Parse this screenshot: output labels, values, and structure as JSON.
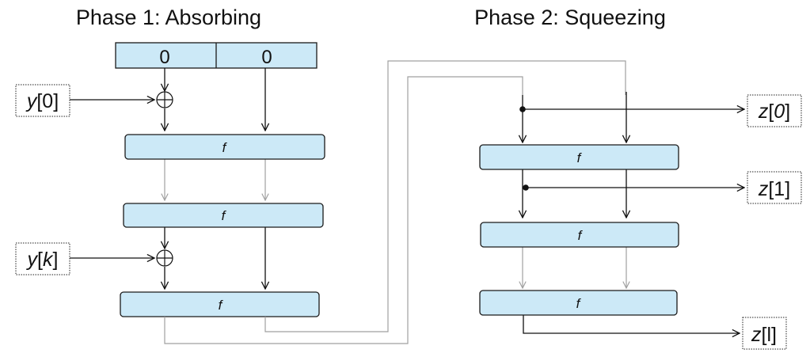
{
  "phase1": {
    "title": "Phase 1: Absorbing",
    "initial_state": [
      "0",
      "0"
    ],
    "inputs": [
      {
        "name": "y",
        "index": "0",
        "index_italic": false
      },
      {
        "name": "y",
        "index": "k",
        "index_italic": true
      }
    ],
    "f_labels": [
      "f",
      "f",
      "f"
    ]
  },
  "phase2": {
    "title": "Phase 2: Squeezing",
    "outputs": [
      {
        "name": "z",
        "index": "0",
        "index_italic": true
      },
      {
        "name": "z",
        "index": "1",
        "index_italic": false
      },
      {
        "name": "z",
        "index": "l",
        "index_italic": false
      }
    ],
    "f_labels": [
      "f",
      "f",
      "f"
    ]
  },
  "colors": {
    "f_fill": "#cce9f7",
    "stroke": "#111111",
    "faint_line": "#a0a0a0"
  }
}
